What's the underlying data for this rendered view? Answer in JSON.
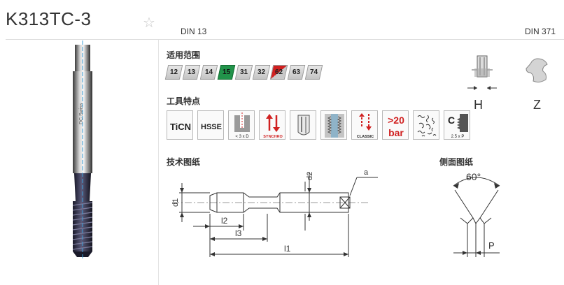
{
  "header": {
    "title": "K313TC-3",
    "favorite_icon": "☆",
    "din_left": "DIN 13",
    "din_right": "DIN 371"
  },
  "applications": {
    "label": "适用范围",
    "materials": [
      {
        "code": "12",
        "style": "gray"
      },
      {
        "code": "13",
        "style": "gray"
      },
      {
        "code": "14",
        "style": "gray"
      },
      {
        "code": "15",
        "style": "green"
      },
      {
        "code": "31",
        "style": "gray"
      },
      {
        "code": "32",
        "style": "gray"
      },
      {
        "code": "62",
        "style": "split"
      },
      {
        "code": "63",
        "style": "gray"
      },
      {
        "code": "74",
        "style": "gray"
      }
    ]
  },
  "features": {
    "label": "工具特点",
    "items": [
      {
        "icon": "ticn-coating-icon",
        "text": "TiCN"
      },
      {
        "icon": "hsse-material-icon",
        "text": "HSSE"
      },
      {
        "icon": "blind-hole-depth-icon",
        "text": "< 3 x D"
      },
      {
        "icon": "synchro-icon",
        "text": "SYNCHRO"
      },
      {
        "icon": "straight-flute-icon",
        "text": ""
      },
      {
        "icon": "thread-profile-icon",
        "text": ""
      },
      {
        "icon": "classic-coolant-icon",
        "text": "CLASSIC"
      },
      {
        "icon": "coolant-pressure-icon",
        "text": ">20 bar",
        "line1": ">20",
        "line2": "bar"
      },
      {
        "icon": "chip-form-icon",
        "text": ""
      },
      {
        "icon": "chamfer-form-c-icon",
        "text": "C",
        "subtext": "2.5 x P"
      }
    ]
  },
  "technical_drawing": {
    "label": "技术图纸",
    "labels": {
      "a": "a",
      "d1": "d1",
      "d2": "d2",
      "l1": "l1",
      "l2": "l2",
      "l3": "l3"
    }
  },
  "side_drawing": {
    "label": "侧面图纸",
    "angle": "60°",
    "pitch": "P"
  },
  "clamping": {
    "h_label": "H",
    "z_label": "Z"
  },
  "colors": {
    "green": "#21934a",
    "red": "#d02020",
    "tool_dark": "#2a2a3a"
  }
}
